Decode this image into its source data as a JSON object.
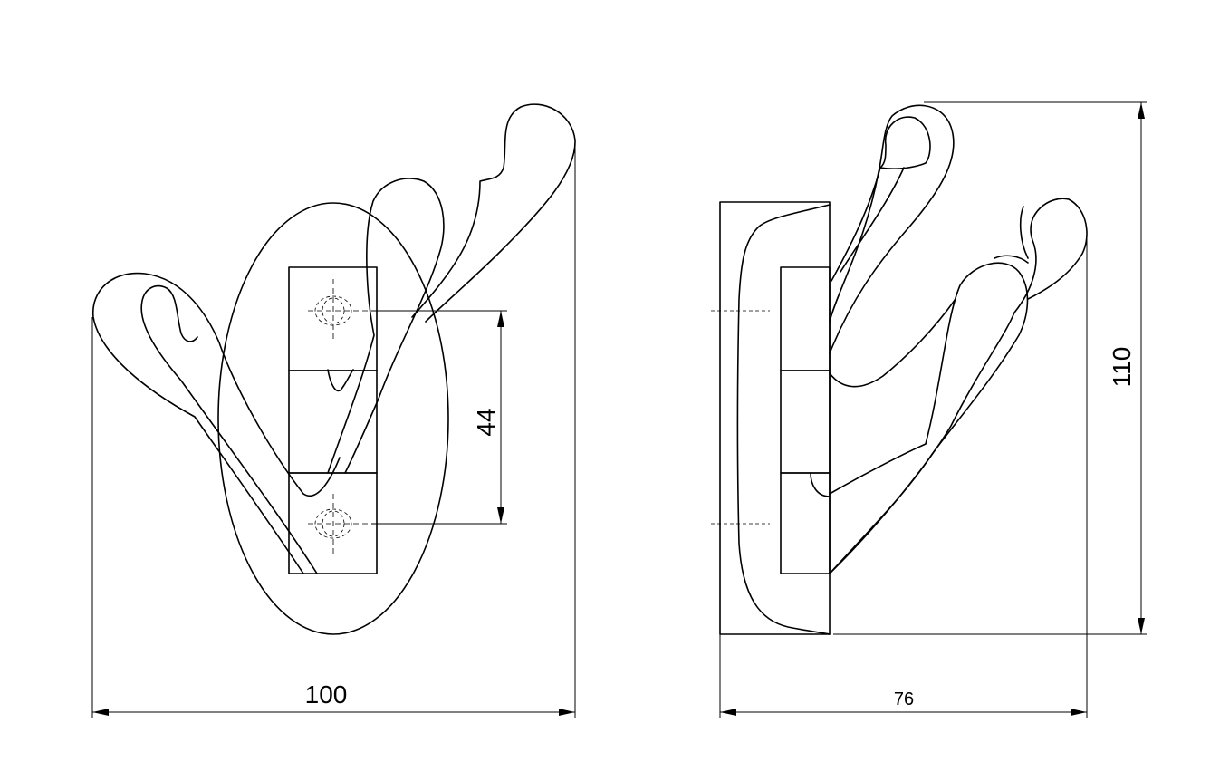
{
  "dimensions": {
    "front_width": "100",
    "hole_spacing": "44",
    "side_depth": "76",
    "side_height": "110"
  },
  "colors": {
    "line": "#000000",
    "background": "#ffffff"
  }
}
